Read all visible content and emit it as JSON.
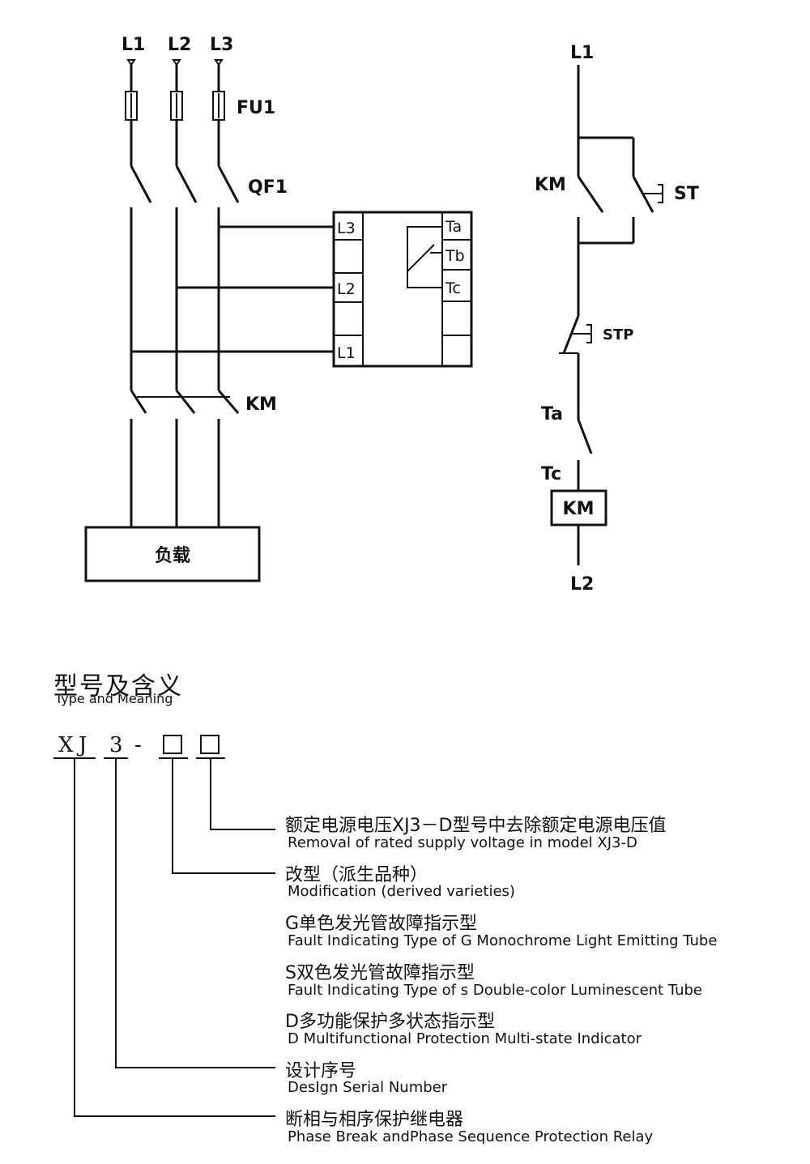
{
  "power_circuit": {
    "phases": [
      "L1",
      "L2",
      "L3"
    ],
    "fuse_label": "FU1",
    "breaker_label": "QF1",
    "contactor_label": "KM",
    "load_label": "负载",
    "relay_left_terminals": [
      "L3",
      "L2",
      "L1"
    ],
    "relay_right_terminals": [
      "Ta",
      "Tb",
      "Tc"
    ]
  },
  "control_circuit": {
    "top_label": "L1",
    "km_label": "KM",
    "start_label": "ST",
    "stop_label": "STP",
    "ta_label": "Ta",
    "tc_label": "Tc",
    "coil_label": "KM",
    "bottom_label": "L2"
  },
  "type_section": {
    "title": "型号及含义",
    "subtitle": "Type and Meaning",
    "code": [
      "X",
      "J",
      "3",
      "-",
      "□",
      "□"
    ],
    "descriptions": [
      {
        "cn": "额定电源电压XJ3－D型号中去除额定电源电压值",
        "en": "Removal of rated supply voltage in model XJ3-D"
      },
      {
        "cn": "改型（派生品种）",
        "en": "Modification (derived varieties)"
      },
      {
        "cn": "G单色发光管故障指示型",
        "en": "Fault Indicating Type of G Monochrome Light Emitting Tube"
      },
      {
        "cn": "S双色发光管故障指示型",
        "en": "Fault Indicating Type of s Double-color Luminescent Tube"
      },
      {
        "cn": "D多功能保护多状态指示型",
        "en": "D Multifunctional Protection Multi-state Indicator"
      },
      {
        "cn": "设计序号",
        "en": "DesIgn Serial Number"
      },
      {
        "cn": "断相与相序保护继电器",
        "en": "Phase Break andPhase Sequence Protection Relay"
      }
    ]
  }
}
